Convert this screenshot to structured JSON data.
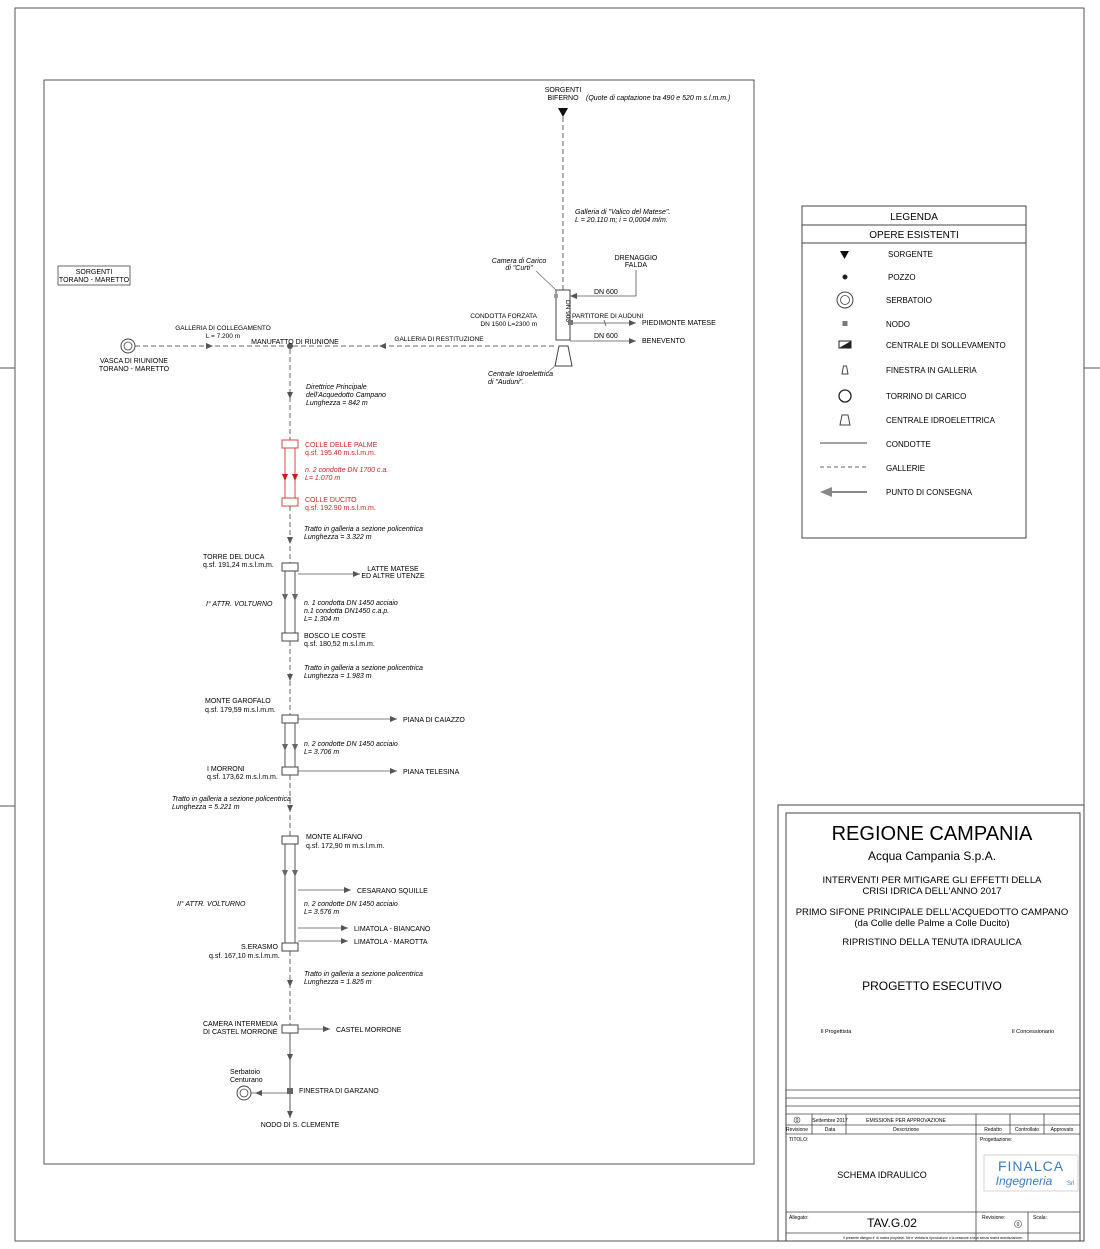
{
  "diagram": {
    "top_source": {
      "line1": "SORGENTI",
      "line2": "BIFERNO",
      "note": "(Quote di captazione tra 490 e 520 m s.l.m.m.)"
    },
    "galleria_matese": {
      "line1": "Galleria di \"Valico del Matese\".",
      "line2": "L = 20.110 m; i = 0,0004 m/m."
    },
    "camera_carico": {
      "line1": "Camera di Carico",
      "line2": "di \"Curti\""
    },
    "drenaggio": {
      "line1": "DRENAGGIO",
      "line2": "FALDA"
    },
    "dn600_top": "DN 600",
    "dn600_bottom": "DN 600",
    "dn900": "DN 900",
    "condotta_forzata": {
      "line1": "CONDOTTA FORZATA",
      "line2": "DN 1500 L=2300 m"
    },
    "partitore": "PARTITORE DI AUDUNI",
    "piedimonte": "PIEDIMONTE MATESE",
    "benevento": "BENEVENTO",
    "centrale_audumi": {
      "line1": "Centrale Idroelettrica",
      "line2": "di \"Auduni\"."
    },
    "sorgenti_torano": {
      "line1": "SORGENTI",
      "line2": "TORANO - MARETTO"
    },
    "galleria_collegamento": {
      "line1": "GALLERIA DI COLLEGAMENTO",
      "line2": "L = 7.200 m"
    },
    "manufatto": "MANUFATTO DI RIUNIONE",
    "galleria_restituzione": "GALLERIA DI RESTITUZIONE",
    "vasca": {
      "line1": "VASCA DI RIUNIONE",
      "line2": "TORANO - MARETTO"
    },
    "direttrice": {
      "line1": "Direttrice Principale",
      "line2": "dell'Acquedotto Campano",
      "line3": "Lunghezza = 842 m"
    },
    "colle_palme": {
      "name": "COLLE DELLE PALME",
      "quota": "q.sf. 195.40 m.s.l.m.m."
    },
    "condotte_1700": {
      "line1": "n. 2 condotte DN 1700 c.a.",
      "line2": "L= 1.070 m"
    },
    "colle_ducito": {
      "name": "COLLE DUCITO",
      "quota": "q.sf. 192.90 m.s.l.m.m."
    },
    "tratto_1": {
      "line1": "Tratto in galleria a sezione policentrica",
      "line2": "Lunghezza = 3.322 m"
    },
    "torre_duca": {
      "name": "TORRE DEL DUCA",
      "quota": "q.sf. 191,24 m.s.l.m.m."
    },
    "latte_matese": {
      "line1": "LATTE MATESE",
      "line2": "ED ALTRE UTENZE"
    },
    "attr_1": "I° ATTR. VOLTURNO",
    "condotta_1450": {
      "line1": "n. 1 condotta DN 1450 acciaio",
      "line2": "n.1 condotta DN1450 c.a.p.",
      "line3": "L= 1.304 m"
    },
    "bosco_coste": {
      "name": "BOSCO LE COSTE",
      "quota": "q.sf. 180,52 m.s.l.m.m."
    },
    "tratto_2": {
      "line1": "Tratto in galleria a sezione policentrica",
      "line2": "Lunghezza = 1.983 m"
    },
    "monte_garofalo": {
      "name": "MONTE GAROFALO",
      "quota": "q.sf. 179,59 m.s.l.m.m."
    },
    "piana_caiazzo": "PIANA DI CAIAZZO",
    "condotte_3706": {
      "line1": "n. 2 condotte DN 1450 acciaio",
      "line2": "L= 3.706 m"
    },
    "i_morroni": {
      "name": "I MORRONI",
      "quota": "q.sf. 173,62 m.s.l.m.m."
    },
    "piana_telesina": "PIANA TELESINA",
    "tratto_3": {
      "line1": "Tratto in galleria a sezione policentrica",
      "line2": "Lunghezza = 5.221 m"
    },
    "monte_alifano": {
      "name": "MONTE ALIFANO",
      "quota": "q.sf. 172,90 m m.s.l.m.m."
    },
    "cesarano": "CESARANO SQUILLE",
    "attr_2": "II° ATTR. VOLTURNO",
    "condotte_3576": {
      "line1": "n. 2 condotte DN 1450 acciaio",
      "line2": "L= 3.576 m"
    },
    "limatola_biancano": "LIMATOLA - BIANCANO",
    "limatola_marotta": "LIMATOLA - MAROTTA",
    "serasmo": {
      "name": "S.ERASMO",
      "quota": "q.sf. 167,10 m.s.l.m.m."
    },
    "tratto_4": {
      "line1": "Tratto in galleria a sezione policentrica",
      "line2": "Lunghezza = 1.825 m"
    },
    "camera_morrone": {
      "line1": "CAMERA INTERMEDIA",
      "line2": "DI CASTEL MORRONE"
    },
    "castel_morrone": "CASTEL MORRONE",
    "serbatoio_centurano": {
      "line1": "Serbatoio",
      "line2": "Centurano"
    },
    "finestra_garzano": "FINESTRA DI GARZANO",
    "nodo_clemente": "NODO DI S. CLEMENTE"
  },
  "legend": {
    "title": "LEGENDA",
    "subtitle": "OPERE ESISTENTI",
    "items": [
      {
        "symbol": "sorgente-icon",
        "label": "SORGENTE"
      },
      {
        "symbol": "pozzo-icon",
        "label": "POZZO"
      },
      {
        "symbol": "serbatoio-icon",
        "label": "SERBATOIO"
      },
      {
        "symbol": "nodo-icon",
        "label": "NODO"
      },
      {
        "symbol": "centrale-sollevamento-icon",
        "label": "CENTRALE DI SOLLEVAMENTO"
      },
      {
        "symbol": "finestra-galleria-icon",
        "label": "FINESTRA IN GALLERIA"
      },
      {
        "symbol": "torrino-carico-icon",
        "label": "TORRINO DI CARICO"
      },
      {
        "symbol": "centrale-idroelettrica-icon",
        "label": "CENTRALE IDROELETTRICA"
      },
      {
        "symbol": "condotte-icon",
        "label": "CONDOTTE"
      },
      {
        "symbol": "gallerie-icon",
        "label": "GALLERIE"
      },
      {
        "symbol": "punto-consegna-icon",
        "label": "PUNTO DI CONSEGNA"
      }
    ]
  },
  "title_block": {
    "region": "REGIONE CAMPANIA",
    "company": "Acqua Campania S.p.A.",
    "title1_line1": "INTERVENTI PER MITIGARE GLI EFFETTI DELLA",
    "title1_line2": "CRISI IDRICA DELL'ANNO 2017",
    "title2_line1": "PRIMO SIFONE PRINCIPALE DELL'ACQUEDOTTO CAMPANO",
    "title2_line2": "(da Colle delle Palme a Colle Ducito)",
    "title2_line3": "RIPRISTINO DELLA TENUTA IDRAULICA",
    "phase": "PROGETTO ESECUTIVO",
    "progettista": "Il Progettista",
    "concessionario": "Il Concessionario",
    "rev_number": "0",
    "rev_date": "Settembre 2017",
    "rev_desc": "EMISSIONE PER APPROVAZIONE",
    "head_revisione": "Revisione",
    "head_data": "Data",
    "head_descrizione": "Descrizione",
    "head_redatto": "Redatto",
    "head_controllato": "Controllato",
    "head_approvato": "Approvato",
    "titolo_label": "TITOLO:",
    "titolo_value": "SCHEMA IDRAULICO",
    "progettazione_label": "Progettazione:",
    "logo_text1": "FINALCA",
    "logo_text2": "Ingegneria",
    "logo_text3": "Srl",
    "allegato_label": "Allegato:",
    "allegato_value": "TAV.G.02",
    "revisione_label": "Revisione:",
    "revisione_value": "0",
    "scala_label": "Scala:",
    "footer": "Il presente disegno e' di nostra proprieta'. Ne e' vietata la riproduzione o la cessione a terzi senza nostra autorizzazione."
  }
}
